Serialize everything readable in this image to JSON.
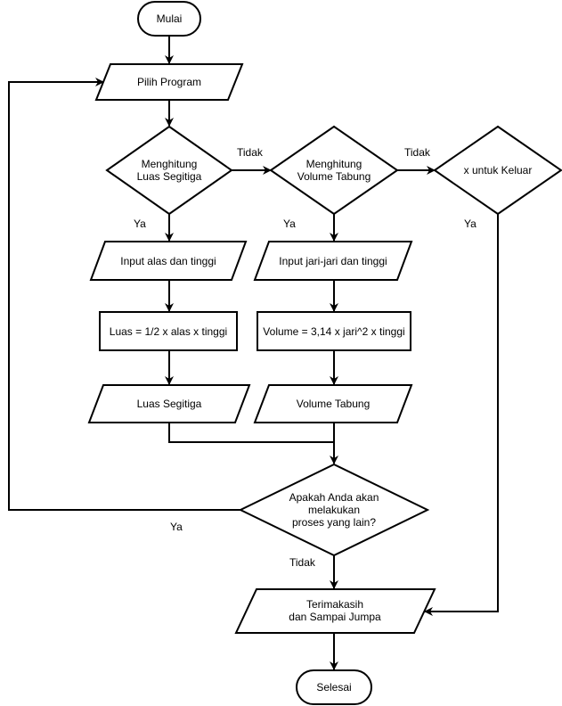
{
  "nodes": {
    "start": "Mulai",
    "choose_program": "Pilih Program",
    "decision_triangle": [
      "Menghitung",
      "Luas Segitiga"
    ],
    "decision_tube": [
      "Menghitung",
      "Volume Tabung"
    ],
    "decision_exit": "x untuk Keluar",
    "input_triangle": "Input alas dan tinggi",
    "input_tube": "Input jari-jari dan tinggi",
    "process_triangle": "Luas = 1/2 x alas x tinggi",
    "process_tube": "Volume = 3,14 x jari^2 x tinggi",
    "output_triangle": "Luas Segitiga",
    "output_tube": "Volume Tabung",
    "decision_repeat": [
      "Apakah Anda akan",
      "melakukan",
      "proses yang lain?"
    ],
    "thanks": [
      "Terimakasih",
      "dan Sampai Jumpa"
    ],
    "end": "Selesai"
  },
  "edge_labels": {
    "triangle_no": "Tidak",
    "triangle_yes": "Ya",
    "tube_no": "Tidak",
    "tube_yes": "Ya",
    "exit_yes": "Ya",
    "repeat_yes": "Ya",
    "repeat_no": "Tidak"
  },
  "colors": {
    "stroke": "#000000",
    "fill": "#ffffff"
  }
}
